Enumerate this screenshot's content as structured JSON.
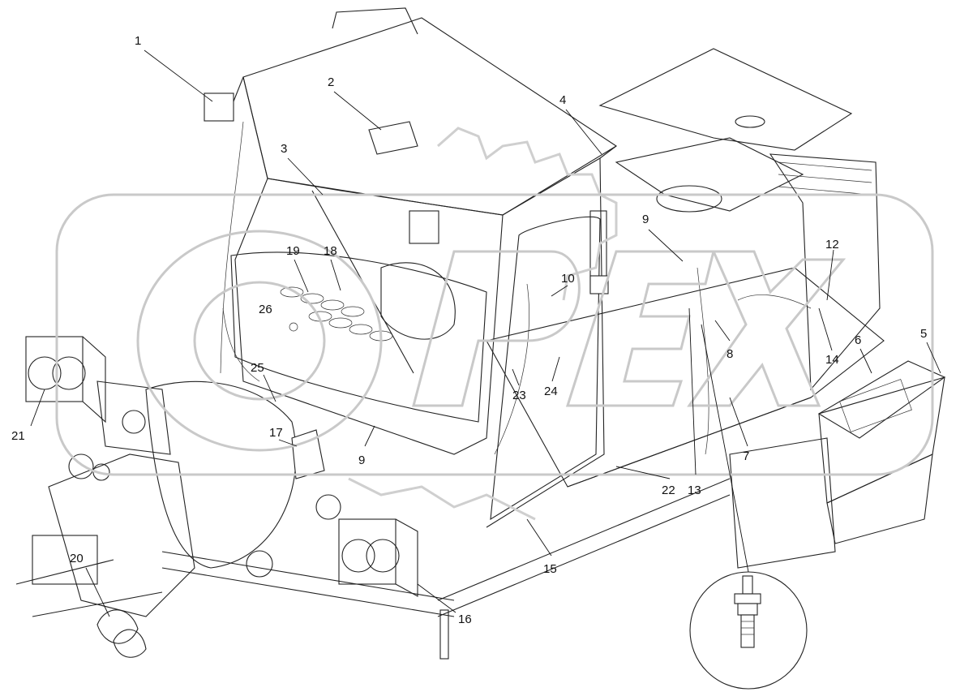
{
  "callouts": [
    {
      "id": "1",
      "label": "1"
    },
    {
      "id": "2",
      "label": "2"
    },
    {
      "id": "3",
      "label": "3"
    },
    {
      "id": "4",
      "label": "4"
    },
    {
      "id": "5",
      "label": "5"
    },
    {
      "id": "6",
      "label": "6"
    },
    {
      "id": "7",
      "label": "7"
    },
    {
      "id": "8",
      "label": "8"
    },
    {
      "id": "9a",
      "label": "9"
    },
    {
      "id": "9b",
      "label": "9"
    },
    {
      "id": "10",
      "label": "10"
    },
    {
      "id": "12",
      "label": "12"
    },
    {
      "id": "13",
      "label": "13"
    },
    {
      "id": "14",
      "label": "14"
    },
    {
      "id": "15",
      "label": "15"
    },
    {
      "id": "16",
      "label": "16"
    },
    {
      "id": "17",
      "label": "17"
    },
    {
      "id": "18",
      "label": "18"
    },
    {
      "id": "19",
      "label": "19"
    },
    {
      "id": "20",
      "label": "20"
    },
    {
      "id": "21",
      "label": "21"
    },
    {
      "id": "22",
      "label": "22"
    },
    {
      "id": "23",
      "label": "23"
    },
    {
      "id": "24",
      "label": "24"
    },
    {
      "id": "25",
      "label": "25"
    },
    {
      "id": "26",
      "label": "26"
    }
  ],
  "watermark": {
    "text": "OPEX",
    "color": "#c9c9c9"
  }
}
